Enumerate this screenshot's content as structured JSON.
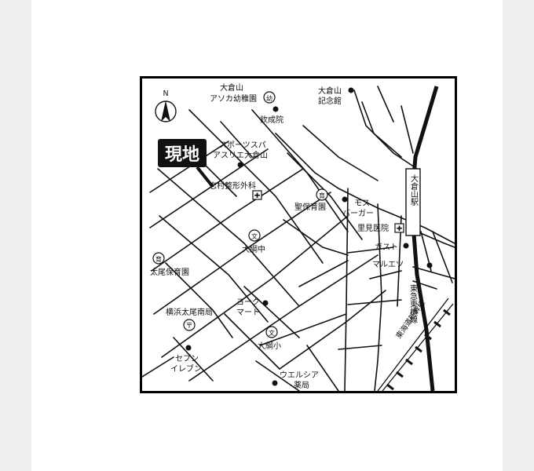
{
  "colors": {
    "background": "#eeeeee",
    "paper": "#ffffff",
    "ink": "#111111",
    "rail": "#111111"
  },
  "map": {
    "site_label": "現地",
    "north_label": "N",
    "landmarks": {
      "okurayama_asoka_l1": "大倉山",
      "okurayama_asoka_l2": "アソカ幼稚園",
      "kinseiin": "欽成院",
      "okurayama_kinenkan_l1": "大倉山",
      "okurayama_kinenkan_l2": "記念館",
      "sports_l1": "スポーツスパ",
      "sports_l2": "アスリエ大倉山",
      "shimura": "志村整形外科",
      "seiho": "聖保育園",
      "mos_l1": "モス",
      "mos_l2": "バーガー",
      "satomi": "里見医院",
      "gusto": "ガスト",
      "maruetsu": "マルエツ",
      "station_name": "大倉山駅",
      "toyoko_line": "東急東横線",
      "tokaido_line": "東海道新幹線",
      "tsunashima_chu": "大綱中",
      "tao_hoikuen": "太尾保育園",
      "yoku_l1": "ヨーク",
      "yoku_l2": "マート",
      "post_office": "横浜太尾南局",
      "tsunashima_sho": "大綱小",
      "seven_l1": "セブン",
      "seven_l2": "イレブン",
      "welcia_l1": "ウエルシア",
      "welcia_l2": "薬局"
    },
    "symbols": {
      "kindergarten": "幼",
      "nursery": "育",
      "school": "文",
      "post": "〒",
      "hospital": "✚"
    },
    "icons": [
      "north-arrow-icon",
      "kindergarten-icon",
      "nursery-icon",
      "school-icon",
      "post-office-icon",
      "hospital-icon",
      "poi-dot-icon"
    ]
  }
}
